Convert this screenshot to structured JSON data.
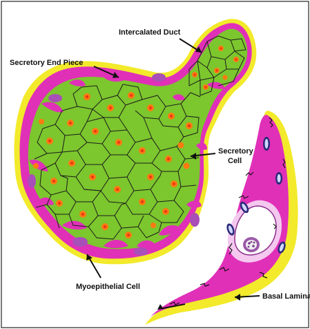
{
  "diagram": {
    "labels": {
      "intercalated_duct": "Intercalated Duct",
      "secretory_end_piece": "Secretory End Piece",
      "secretory_cell_line1": "Secretory",
      "secretory_cell_line2": "Cell",
      "myoepithelial_cell": "Myoepithelial Cell",
      "basal_lamina": "Basal Lamina"
    },
    "colors": {
      "basal_lamina_yellow": "#f2ea2a",
      "myoepithelial_magenta": "#e030b8",
      "cell_green": "#7cc62e",
      "nucleus_orange": "#ff7a10",
      "nucleus_red": "#e8341a",
      "myo_nucleus_purple": "#a84fb8",
      "cell_border": "#1a1a1a",
      "frame": "#222222"
    }
  }
}
